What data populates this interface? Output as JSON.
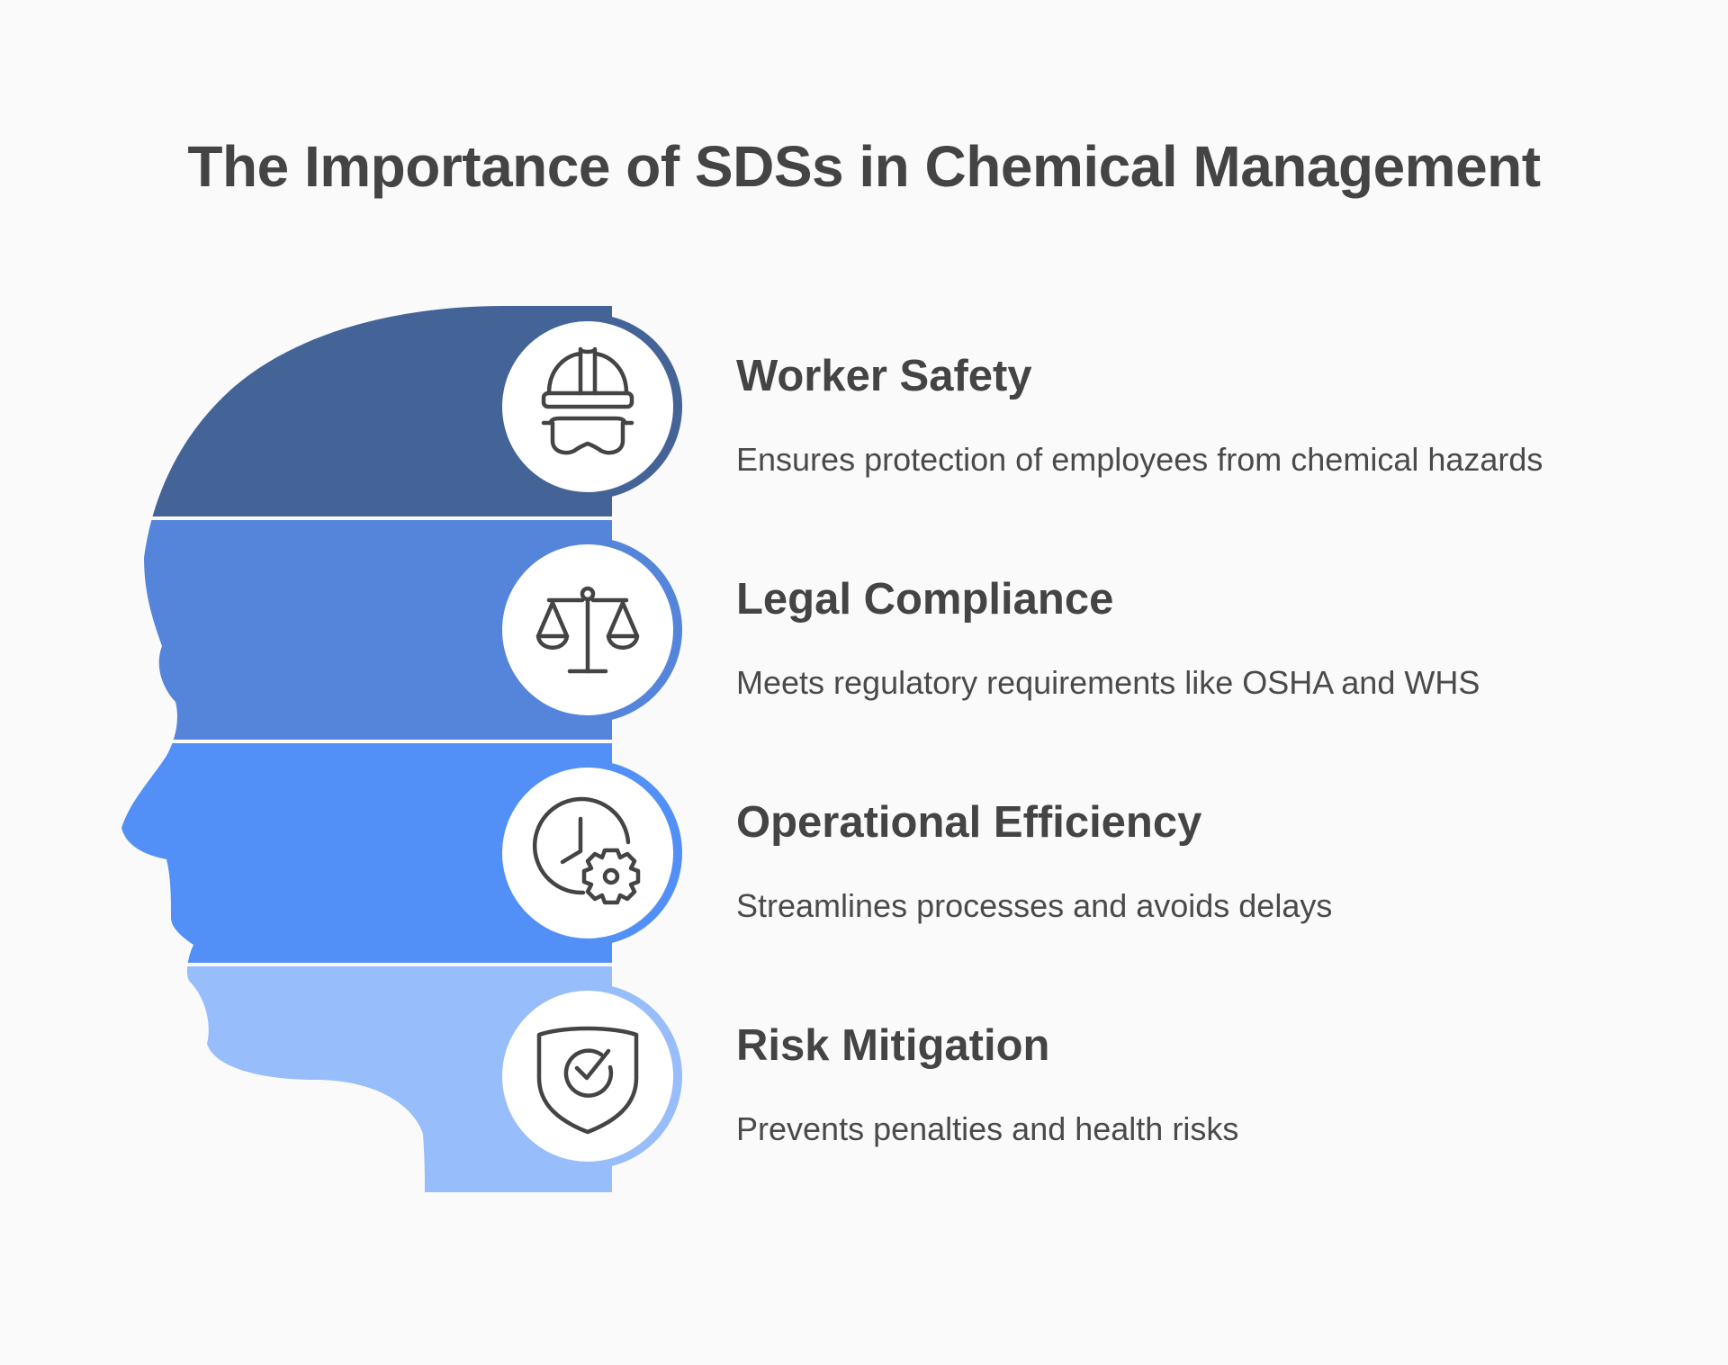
{
  "title": "The Importance of SDSs in Chemical Management",
  "colors": {
    "background": "#fafafa",
    "text": "#444444",
    "band1": "#446498",
    "band2": "#5485da",
    "band3": "#5290f7",
    "band4": "#97bdfb",
    "icon_stroke": "#444444"
  },
  "items": [
    {
      "title": "Worker Safety",
      "description": "Ensures protection of employees from chemical hazards",
      "icon": "hard-hat-goggles-icon"
    },
    {
      "title": "Legal Compliance",
      "description": "Meets regulatory requirements like OSHA and WHS",
      "icon": "scales-icon"
    },
    {
      "title": "Operational Efficiency",
      "description": "Streamlines processes and avoids delays",
      "icon": "clock-gear-icon"
    },
    {
      "title": "Risk Mitigation",
      "description": "Prevents penalties and health risks",
      "icon": "shield-check-icon"
    }
  ]
}
